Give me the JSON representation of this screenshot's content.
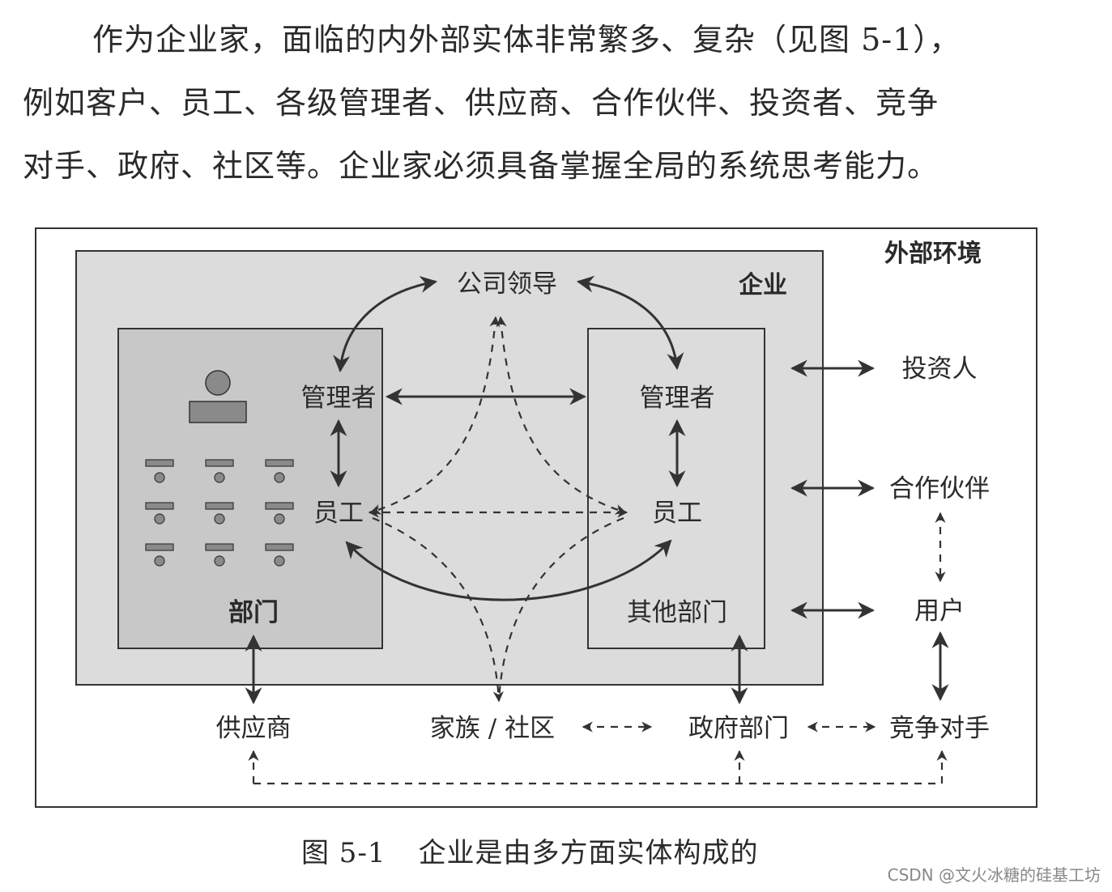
{
  "paragraph": {
    "lines": [
      "作为企业家，面临的内外部实体非常繁多、复杂（见图 5-1），",
      "例如客户、员工、各级管理者、供应商、合作伙伴、投资者、竞争",
      "对手、政府、社区等。企业家必须具备掌握全局的系统思考能力。"
    ]
  },
  "figure": {
    "outer_label": "外部环境",
    "enterprise_label": "企业",
    "leader": "公司领导",
    "left_box": {
      "manager": "管理者",
      "employee": "员工",
      "department": "部门"
    },
    "right_box": {
      "manager": "管理者",
      "employee": "员工",
      "department": "其他部门"
    },
    "external_right": {
      "investor": "投资人",
      "partner": "合作伙伴",
      "user": "用户",
      "competitor": "竞争对手"
    },
    "external_bottom": {
      "supplier": "供应商",
      "family_community": "家族 / 社区",
      "government": "政府部门"
    },
    "colors": {
      "enterprise_fill": "#dcdcdc",
      "department_fill": "#c8c8c8",
      "stroke": "#333333"
    }
  },
  "caption": {
    "number": "图 5-1",
    "text": "企业是由多方面实体构成的"
  },
  "watermark": "CSDN @文火冰糖的硅基工坊"
}
